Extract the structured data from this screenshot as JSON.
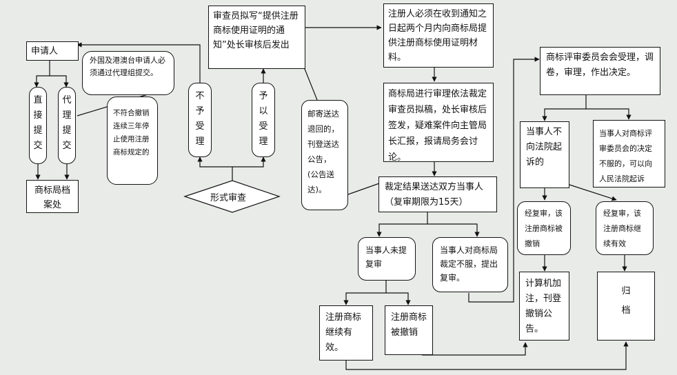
{
  "applicant": "申请人",
  "direct_submit": "直接提交",
  "agent_submit": "代理提交",
  "archive_office": "商标局档案处",
  "foreign_note": "外国及港澳台申请人必须通过代理组提交。",
  "not_accepted": "不予受理",
  "accepted": "予以受理",
  "formal_review": "形式审查",
  "non_compliant": "不符合撤销连续三年停止使用注册商标规定的",
  "examiner_notice": "审查员拟写“提供注册商标使用证明的通知”处长审核后发出",
  "mail_service": "邮寄送达退回的，刊登送达公告，(公告送达)。",
  "registrant_proof": "注册人必须在收到通知之日起两个月内向商标局提供注册商标使用证明材料。",
  "office_review": "商标局进行审理依法裁定审查员拟稿，处长审核后签发，疑难案件向主管局长汇报，报请局务会讨论。",
  "ruling_served": "裁定结果送达双方当事人（复审期限为15天）",
  "no_review": "当事人未提复审",
  "disagree_ruling": "当事人对商标局裁定不服，提出复审。",
  "mark_valid": "注册商标继续有效。",
  "mark_revoked": "注册商标被撤销",
  "board_review": "商标评审委员会会受理，调卷，审理，作出决定。",
  "no_lawsuit": "当事人不向法院起诉的",
  "court_appeal": "当事人对商标评审委员会的决定不服的，可以向人民法院起诉",
  "review_revoked": "经复审，该注册商标被撤销",
  "review_valid": "经复审，该注册商标继续有效",
  "revoke_announce": "计算机加注，刊登撤销公告。",
  "archive": "归档"
}
